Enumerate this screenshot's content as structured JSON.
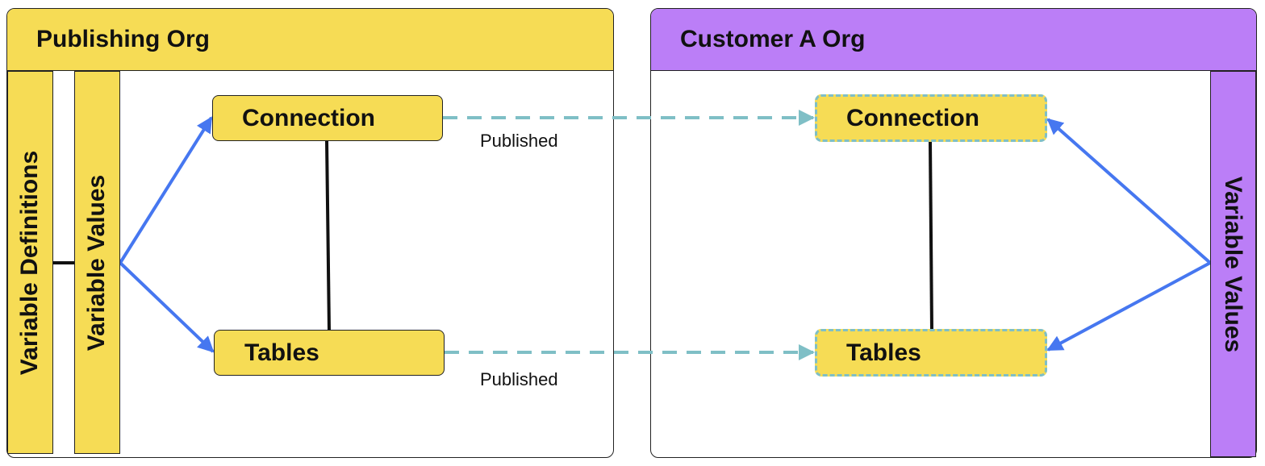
{
  "colors": {
    "yellow": "#f6dc55",
    "purple": "#bb7ef7",
    "blue_arrow": "#4677f0",
    "teal_dashed": "#7fbfc6",
    "line": "#111111"
  },
  "publishing_org": {
    "title": "Publishing Org",
    "variable_definitions": "Variable Definitions",
    "variable_values": "Variable Values",
    "connection": "Connection",
    "tables": "Tables"
  },
  "customer_org": {
    "title": "Customer A Org",
    "variable_values": "Variable Values",
    "connection": "Connection",
    "tables": "Tables"
  },
  "edge_labels": {
    "published_top": "Published",
    "published_bottom": "Published"
  }
}
